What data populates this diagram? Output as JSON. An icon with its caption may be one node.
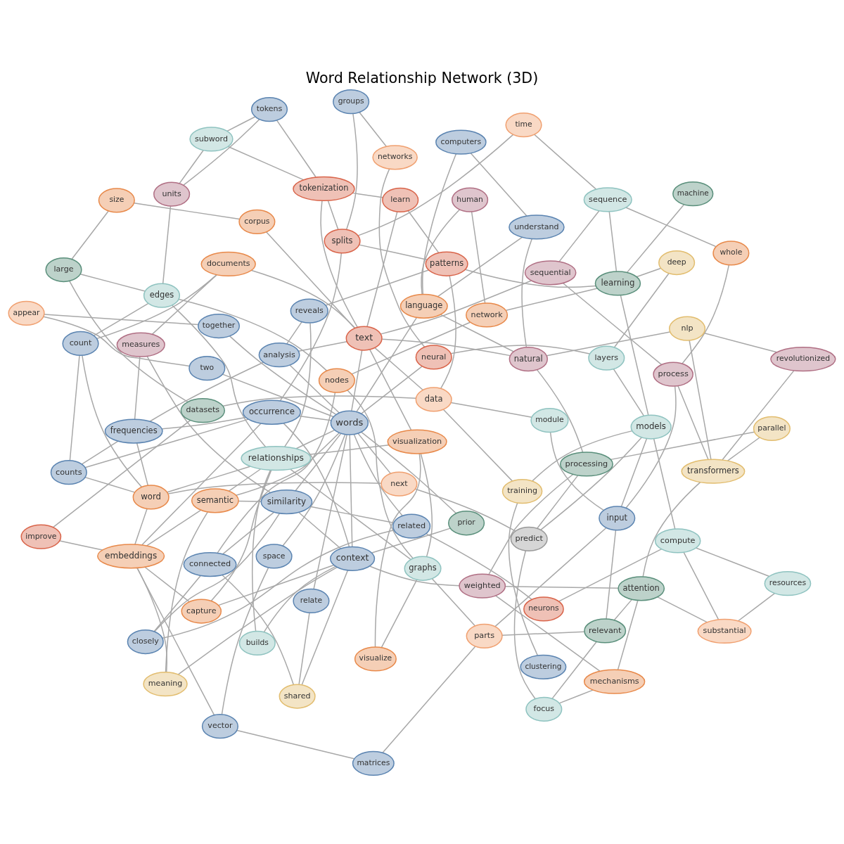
{
  "diagram": {
    "title": "Word Relationship Network (3D)",
    "nodes": [
      {
        "text": [
          "time"
        ]
      },
      {
        "text": [
          "clustering"
        ]
      },
      {
        "text": [
          "splits"
        ]
      },
      {
        "text": [
          "space"
        ]
      },
      {
        "text": [
          "learning"
        ]
      },
      {
        "text": [
          "sequence"
        ]
      },
      {
        "text": [
          "patterns"
        ]
      },
      {
        "text": [
          "network"
        ]
      },
      {
        "text": [
          "networks"
        ]
      },
      {
        "text": [
          "groups"
        ]
      },
      {
        "text": [
          "human"
        ]
      },
      {
        "text": [
          "parallel"
        ]
      },
      {
        "text": [
          "improve"
        ]
      },
      {
        "text": [
          "machine"
        ]
      },
      {
        "text": [
          "together"
        ]
      },
      {
        "text": [
          "neurons"
        ]
      },
      {
        "text": [
          "neural"
        ]
      },
      {
        "text": [
          "size"
        ]
      },
      {
        "text": [
          "corpus"
        ]
      },
      {
        "text": [
          "datasets"
        ]
      },
      {
        "text": [
          "data"
        ]
      },
      {
        "text": [
          "module"
        ]
      },
      {
        "text": [
          "whole"
        ]
      },
      {
        "text": [
          "embeddings"
        ]
      },
      {
        "text": [
          "reveals"
        ]
      },
      {
        "text": [
          "learn"
        ]
      },
      {
        "text": [
          "nodes"
        ]
      },
      {
        "text": [
          "sequential"
        ]
      },
      {
        "text": [
          "occurrence"
        ]
      },
      {
        "text": [
          "semantic"
        ]
      },
      {
        "text": [
          "tokenization"
        ]
      },
      {
        "text": [
          "vector"
        ]
      },
      {
        "text": [
          "capture"
        ]
      },
      {
        "text": [
          "counts"
        ]
      },
      {
        "text": [
          "natural"
        ]
      },
      {
        "text": [
          "related"
        ]
      },
      {
        "text": [
          "training"
        ]
      },
      {
        "text": [
          "text"
        ]
      },
      {
        "text": [
          "analysis"
        ]
      },
      {
        "text": [
          "large"
        ]
      },
      {
        "text": [
          "similarity"
        ]
      },
      {
        "text": [
          "relate"
        ]
      },
      {
        "text": [
          "transformers"
        ]
      },
      {
        "text": [
          "words"
        ]
      },
      {
        "text": [
          "models"
        ]
      },
      {
        "text": [
          "subword"
        ]
      },
      {
        "text": [
          "process"
        ]
      },
      {
        "text": [
          "visualization"
        ]
      },
      {
        "text": [
          "word"
        ]
      },
      {
        "text": [
          "matrices"
        ]
      },
      {
        "text": [
          "closely"
        ]
      },
      {
        "text": [
          "prior"
        ]
      },
      {
        "text": [
          "compute"
        ]
      },
      {
        "text": [
          "next"
        ]
      },
      {
        "text": [
          "connected"
        ]
      },
      {
        "text": [
          "shared"
        ]
      },
      {
        "text": [
          "revolutionized"
        ]
      },
      {
        "text": [
          "language"
        ]
      },
      {
        "text": [
          "relationships"
        ]
      },
      {
        "text": [
          "parts"
        ]
      },
      {
        "text": [
          "graphs"
        ]
      },
      {
        "text": [
          "tokens"
        ]
      },
      {
        "text": [
          "frequencies"
        ]
      },
      {
        "text": [
          "measures"
        ]
      },
      {
        "text": [
          "understand"
        ]
      },
      {
        "text": [
          "two"
        ]
      },
      {
        "text": [
          "appear"
        ]
      },
      {
        "text": [
          "layers"
        ]
      },
      {
        "text": [
          "input"
        ]
      },
      {
        "text": [
          "context"
        ]
      },
      {
        "text": [
          "documents"
        ]
      },
      {
        "text": [
          "edges"
        ]
      },
      {
        "text": [
          "units"
        ]
      },
      {
        "text": [
          "computers"
        ]
      },
      {
        "text": [
          "builds"
        ]
      },
      {
        "text": [
          "relevant"
        ]
      },
      {
        "text": [
          "deep"
        ]
      },
      {
        "text": [
          "mechanisms"
        ]
      },
      {
        "text": [
          "count"
        ]
      },
      {
        "text": [
          "meaning"
        ]
      },
      {
        "text": [
          "nlp"
        ]
      },
      {
        "text": [
          "attention"
        ]
      },
      {
        "text": [
          "substantial"
        ]
      },
      {
        "text": [
          "visualize"
        ]
      },
      {
        "text": [
          "weighted"
        ]
      },
      {
        "text": [
          "processing"
        ]
      },
      {
        "text": [
          "resources"
        ]
      },
      {
        "text": [
          "focus"
        ]
      },
      {
        "text": [
          "predict"
        ]
      }
    ],
    "edges": [
      {
        "from": 0,
        "to": 2,
        "arrow": "none"
      },
      {
        "from": 0,
        "to": 5,
        "arrow": "none"
      },
      {
        "from": 1,
        "to": 36,
        "arrow": "none"
      },
      {
        "from": 2,
        "to": 9,
        "arrow": "none"
      },
      {
        "from": 2,
        "to": 6,
        "arrow": "none"
      },
      {
        "from": 2,
        "to": 28,
        "arrow": "none"
      },
      {
        "from": 3,
        "to": 43,
        "arrow": "none"
      },
      {
        "from": 3,
        "to": 31,
        "arrow": "none"
      },
      {
        "from": 8,
        "to": 9,
        "arrow": "none"
      },
      {
        "from": 8,
        "to": 16,
        "arrow": "none"
      },
      {
        "from": 7,
        "to": 4,
        "arrow": "none"
      },
      {
        "from": 7,
        "to": 10,
        "arrow": "none"
      },
      {
        "from": 7,
        "to": 26,
        "arrow": "none"
      },
      {
        "from": 10,
        "to": 57,
        "arrow": "none"
      },
      {
        "from": 11,
        "to": 85,
        "arrow": "none"
      },
      {
        "from": 12,
        "to": 19,
        "arrow": "none"
      },
      {
        "from": 12,
        "to": 23,
        "arrow": "none"
      },
      {
        "from": 4,
        "to": 76,
        "arrow": "none"
      },
      {
        "from": 4,
        "to": 44,
        "arrow": "none"
      },
      {
        "from": 4,
        "to": 6,
        "arrow": "none"
      },
      {
        "from": 4,
        "to": 5,
        "arrow": "none"
      },
      {
        "from": 5,
        "to": 27,
        "arrow": "none"
      },
      {
        "from": 6,
        "to": 25,
        "arrow": "none"
      },
      {
        "from": 6,
        "to": 20,
        "arrow": "none"
      },
      {
        "from": 17,
        "to": 18,
        "arrow": "none"
      },
      {
        "from": 17,
        "to": 39,
        "arrow": "none"
      },
      {
        "from": 18,
        "to": 37,
        "arrow": "none"
      },
      {
        "from": 19,
        "to": 39,
        "arrow": "none"
      },
      {
        "from": 19,
        "to": 20,
        "arrow": "none"
      },
      {
        "from": 20,
        "to": 21,
        "arrow": "none"
      },
      {
        "from": 22,
        "to": 5,
        "arrow": "none"
      },
      {
        "from": 21,
        "to": 68,
        "arrow": "none"
      },
      {
        "from": 25,
        "to": 37,
        "arrow": "none"
      },
      {
        "from": 25,
        "to": 30,
        "arrow": "none"
      },
      {
        "from": 13,
        "to": 4,
        "arrow": "none"
      },
      {
        "from": 14,
        "to": 66,
        "arrow": "none"
      },
      {
        "from": 14,
        "to": 43,
        "arrow": "none"
      },
      {
        "from": 15,
        "to": 35,
        "arrow": "none"
      },
      {
        "from": 15,
        "to": 52,
        "arrow": "none"
      },
      {
        "from": 16,
        "to": 43,
        "arrow": "none"
      },
      {
        "from": 23,
        "to": 29,
        "arrow": "none"
      },
      {
        "from": 23,
        "to": 32,
        "arrow": "none"
      },
      {
        "from": 23,
        "to": 79,
        "arrow": "none"
      },
      {
        "from": 23,
        "to": 28,
        "arrow": "none"
      },
      {
        "from": 24,
        "to": 58,
        "arrow": "none"
      },
      {
        "from": 24,
        "to": 38,
        "arrow": "none"
      },
      {
        "from": 24,
        "to": 6,
        "arrow": "none"
      },
      {
        "from": 26,
        "to": 71,
        "arrow": "none"
      },
      {
        "from": 26,
        "to": 60,
        "arrow": "none"
      },
      {
        "from": 27,
        "to": 37,
        "arrow": "none"
      },
      {
        "from": 27,
        "to": 46,
        "arrow": "none"
      },
      {
        "from": 28,
        "to": 33,
        "arrow": "none"
      },
      {
        "from": 28,
        "to": 43,
        "arrow": "none"
      },
      {
        "from": 28,
        "to": 62,
        "arrow": "none"
      },
      {
        "from": 28,
        "to": 69,
        "arrow": "none"
      },
      {
        "from": 29,
        "to": 40,
        "arrow": "none"
      },
      {
        "from": 29,
        "to": 79,
        "arrow": "none"
      },
      {
        "from": 29,
        "to": 58,
        "arrow": "none"
      },
      {
        "from": 29,
        "to": 43,
        "arrow": "none"
      },
      {
        "from": 30,
        "to": 2,
        "arrow": "none"
      },
      {
        "from": 30,
        "to": 37,
        "arrow": "none"
      },
      {
        "from": 30,
        "to": 45,
        "arrow": "none"
      },
      {
        "from": 30,
        "to": 61,
        "arrow": "none"
      },
      {
        "from": 34,
        "to": 57,
        "arrow": "none"
      },
      {
        "from": 34,
        "to": 80,
        "arrow": "none"
      },
      {
        "from": 34,
        "to": 85,
        "arrow": "none"
      },
      {
        "from": 34,
        "to": 64,
        "arrow": "none"
      },
      {
        "from": 31,
        "to": 49,
        "arrow": "none"
      },
      {
        "from": 31,
        "to": 23,
        "arrow": "none"
      },
      {
        "from": 32,
        "to": 58,
        "arrow": "none"
      },
      {
        "from": 32,
        "to": 69,
        "arrow": "none"
      },
      {
        "from": 33,
        "to": 62,
        "arrow": "none"
      },
      {
        "from": 33,
        "to": 48,
        "arrow": "none"
      },
      {
        "from": 33,
        "to": 78,
        "arrow": "none"
      },
      {
        "from": 35,
        "to": 40,
        "arrow": "none"
      },
      {
        "from": 35,
        "to": 50,
        "arrow": "none"
      },
      {
        "from": 35,
        "to": 43,
        "arrow": "none"
      },
      {
        "from": 36,
        "to": 44,
        "arrow": "none"
      },
      {
        "from": 36,
        "to": 20,
        "arrow": "none"
      },
      {
        "from": 37,
        "to": 38,
        "arrow": "none"
      },
      {
        "from": 37,
        "to": 43,
        "arrow": "none"
      },
      {
        "from": 37,
        "to": 70,
        "arrow": "none"
      },
      {
        "from": 37,
        "to": 20,
        "arrow": "none"
      },
      {
        "from": 37,
        "to": 47,
        "arrow": "none"
      },
      {
        "from": 37,
        "to": 34,
        "arrow": "none"
      },
      {
        "from": 38,
        "to": 43,
        "arrow": "none"
      },
      {
        "from": 38,
        "to": 62,
        "arrow": "none"
      },
      {
        "from": 39,
        "to": 71,
        "arrow": "none"
      },
      {
        "from": 40,
        "to": 63,
        "arrow": "none"
      },
      {
        "from": 40,
        "to": 43,
        "arrow": "none"
      },
      {
        "from": 40,
        "to": 50,
        "arrow": "none"
      },
      {
        "from": 40,
        "to": 54,
        "arrow": "none"
      },
      {
        "from": 40,
        "to": 69,
        "arrow": "none"
      },
      {
        "from": 41,
        "to": 43,
        "arrow": "none"
      },
      {
        "from": 41,
        "to": 55,
        "arrow": "none"
      },
      {
        "from": 42,
        "to": 56,
        "arrow": "none"
      },
      {
        "from": 42,
        "to": 80,
        "arrow": "none"
      },
      {
        "from": 42,
        "to": 81,
        "arrow": "none"
      },
      {
        "from": 42,
        "to": 11,
        "arrow": "none"
      },
      {
        "from": 42,
        "to": 46,
        "arrow": "none"
      },
      {
        "from": 43,
        "to": 69,
        "arrow": "none"
      },
      {
        "from": 43,
        "to": 51,
        "arrow": "none"
      },
      {
        "from": 43,
        "to": 57,
        "arrow": "none"
      },
      {
        "from": 43,
        "to": 58,
        "arrow": "none"
      },
      {
        "from": 43,
        "to": 53,
        "arrow": "none"
      },
      {
        "from": 43,
        "to": 65,
        "arrow": "none"
      },
      {
        "from": 44,
        "to": 88,
        "arrow": "none"
      },
      {
        "from": 44,
        "to": 52,
        "arrow": "none"
      },
      {
        "from": 44,
        "to": 67,
        "arrow": "none"
      },
      {
        "from": 44,
        "to": 68,
        "arrow": "none"
      },
      {
        "from": 45,
        "to": 72,
        "arrow": "none"
      },
      {
        "from": 45,
        "to": 61,
        "arrow": "none"
      },
      {
        "from": 46,
        "to": 22,
        "arrow": "none"
      },
      {
        "from": 46,
        "to": 68,
        "arrow": "none"
      },
      {
        "from": 47,
        "to": 60,
        "arrow": "none"
      },
      {
        "from": 47,
        "to": 83,
        "arrow": "none"
      },
      {
        "from": 47,
        "to": 58,
        "arrow": "none"
      },
      {
        "from": 48,
        "to": 53,
        "arrow": "none"
      },
      {
        "from": 48,
        "to": 78,
        "arrow": "none"
      },
      {
        "from": 48,
        "to": 62,
        "arrow": "none"
      },
      {
        "from": 48,
        "to": 58,
        "arrow": "none"
      },
      {
        "from": 48,
        "to": 23,
        "arrow": "none"
      },
      {
        "from": 53,
        "to": 88,
        "arrow": "none"
      },
      {
        "from": 50,
        "to": 54,
        "arrow": "none"
      },
      {
        "from": 51,
        "to": 69,
        "arrow": "none"
      },
      {
        "from": 52,
        "to": 86,
        "arrow": "none"
      },
      {
        "from": 54,
        "to": 26,
        "arrow": "none"
      },
      {
        "from": 54,
        "to": 55,
        "arrow": "none"
      },
      {
        "from": 55,
        "to": 69,
        "arrow": "none"
      },
      {
        "from": 56,
        "to": 80,
        "arrow": "none"
      },
      {
        "from": 57,
        "to": 64,
        "arrow": "none"
      },
      {
        "from": 57,
        "to": 73,
        "arrow": "none"
      },
      {
        "from": 58,
        "to": 71,
        "arrow": "none"
      },
      {
        "from": 58,
        "to": 60,
        "arrow": "none"
      },
      {
        "from": 59,
        "to": 68,
        "arrow": "none"
      },
      {
        "from": 59,
        "to": 75,
        "arrow": "none"
      },
      {
        "from": 59,
        "to": 60,
        "arrow": "none"
      },
      {
        "from": 60,
        "to": 83,
        "arrow": "none"
      },
      {
        "from": 61,
        "to": 72,
        "arrow": "none"
      },
      {
        "from": 62,
        "to": 63,
        "arrow": "none"
      },
      {
        "from": 63,
        "to": 70,
        "arrow": "none"
      },
      {
        "from": 64,
        "to": 73,
        "arrow": "none"
      },
      {
        "from": 65,
        "to": 66,
        "arrow": "none"
      },
      {
        "from": 67,
        "to": 76,
        "arrow": "none"
      },
      {
        "from": 67,
        "to": 16,
        "arrow": "none"
      },
      {
        "from": 68,
        "to": 75,
        "arrow": "none"
      },
      {
        "from": 69,
        "to": 79,
        "arrow": "none"
      },
      {
        "from": 69,
        "to": 84,
        "arrow": "none"
      },
      {
        "from": 70,
        "to": 78,
        "arrow": "none"
      },
      {
        "from": 71,
        "to": 72,
        "arrow": "none"
      },
      {
        "from": 71,
        "to": 78,
        "arrow": "none"
      },
      {
        "from": 74,
        "to": 58,
        "arrow": "none"
      },
      {
        "from": 74,
        "to": 69,
        "arrow": "none"
      },
      {
        "from": 75,
        "to": 87,
        "arrow": "none"
      },
      {
        "from": 75,
        "to": 81,
        "arrow": "none"
      },
      {
        "from": 77,
        "to": 81,
        "arrow": "none"
      },
      {
        "from": 77,
        "to": 87,
        "arrow": "none"
      },
      {
        "from": 77,
        "to": 84,
        "arrow": "none"
      },
      {
        "from": 82,
        "to": 86,
        "arrow": "none"
      },
      {
        "from": 82,
        "to": 52,
        "arrow": "none"
      },
      {
        "from": 81,
        "to": 84,
        "arrow": "none"
      },
      {
        "from": 84,
        "to": 85,
        "arrow": "none"
      },
      {
        "from": 85,
        "to": 88,
        "arrow": "none"
      },
      {
        "from": 87,
        "to": 88,
        "arrow": "none"
      },
      {
        "from": 81,
        "to": 82,
        "arrow": "none"
      },
      {
        "from": 49,
        "to": 59,
        "arrow": "none"
      }
    ]
  }
}
